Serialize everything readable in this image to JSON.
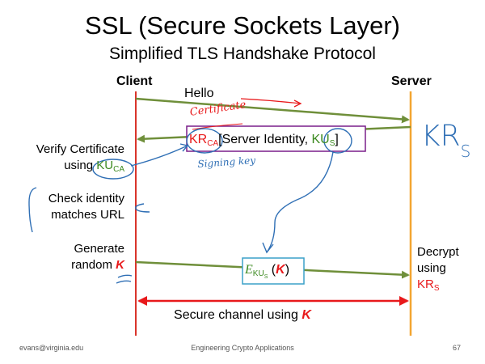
{
  "title": "SSL (Secure Sockets Layer)",
  "subtitle": "Simplified TLS Handshake Protocol",
  "client_label": "Client",
  "server_label": "Server",
  "hello_label": "Hello",
  "certificate": {
    "kr": "KR",
    "kr_sub": "CA",
    "bracket_open": "[",
    "identity": "Server Identity, ",
    "ku": "KU",
    "ku_sub": "S",
    "bracket_close": "]"
  },
  "verify": {
    "line1": "Verify Certificate",
    "line2_prefix": "using ",
    "ku": "KU",
    "ku_sub": "CA"
  },
  "check": {
    "line1": "Check identity",
    "line2": "matches URL"
  },
  "generate": {
    "line1": "Generate",
    "line2_prefix": "random ",
    "key": "K"
  },
  "encrypted": {
    "e": "E",
    "sub_main": "KU",
    "sub_sub": "S",
    "paren_open": " (",
    "key": "K",
    "paren_close": ")"
  },
  "decrypt": {
    "line1": "Decrypt",
    "line2": "using",
    "kr": "KR",
    "kr_sub": "S"
  },
  "secure_channel": {
    "prefix": "Secure channel using ",
    "key": "K"
  },
  "handwriting": {
    "certificate_note": "Certificate",
    "signing_note": "Signing key",
    "krs_note": "KR",
    "krs_sub": "S"
  },
  "footer": {
    "left": "evans@virginia.edu",
    "center": "Engineering Crypto Applications",
    "right": "67"
  },
  "colors": {
    "client_line": "#d9342b",
    "server_line": "#f3a531",
    "arrow_green": "#6f8f3a",
    "key_red": "#e8191b",
    "ink_blue": "#2f6fb5",
    "cert_box": "#7a1f8a",
    "enc_box": "#3aa1c8",
    "text_green": "#3c8a20"
  }
}
